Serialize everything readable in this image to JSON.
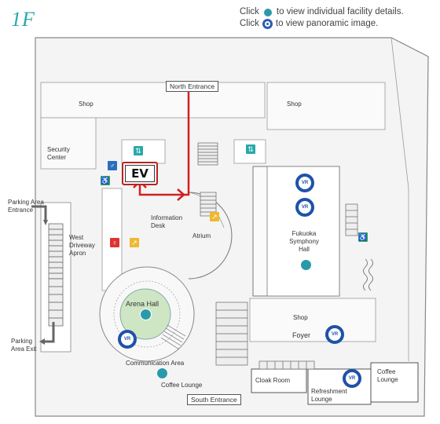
{
  "floor": "1F",
  "legend": {
    "line1_click": "Click",
    "line1_rest": "to view individual facility details.",
    "line2_click": "Click",
    "line2_rest": "to view panoramic image."
  },
  "labels": {
    "north_entrance": "North Entrance",
    "south_entrance": "South Entrance",
    "shop_left": "Shop",
    "shop_right": "Shop",
    "shop_small": "Shop",
    "security_center": "Security Center",
    "parking_entrance": "Parking Area Entrance",
    "parking_exit": "Parking Area Exit",
    "west_driveway": "West Driveway Apron",
    "information_desk": "Information Desk",
    "atrium": "Atrium",
    "arena_hall": "Arena Hall",
    "communication_area": "Communication Area",
    "coffee_lounge_left": "Coffee Lounge",
    "coffee_lounge_right": "Coffee Lounge",
    "symphony_hall": "Fukuoka Symphony Hall",
    "foyer": "Foyer",
    "cloak_room": "Cloak Room",
    "refreshment_lounge": "Refreshment Lounge",
    "ev": "EV"
  },
  "vr_text": "VR",
  "colors": {
    "hotspot": "#2a9aaa",
    "vr": "#1f52a8",
    "route": "#d22020",
    "arena_fill": "#cfe6c4",
    "floor_label": "#2aa8a8"
  },
  "icons": {
    "accessible": "accessible-icon",
    "restroom": "restroom-icon",
    "elevator": "elevator-icon",
    "escalator": "escalator-icon"
  }
}
